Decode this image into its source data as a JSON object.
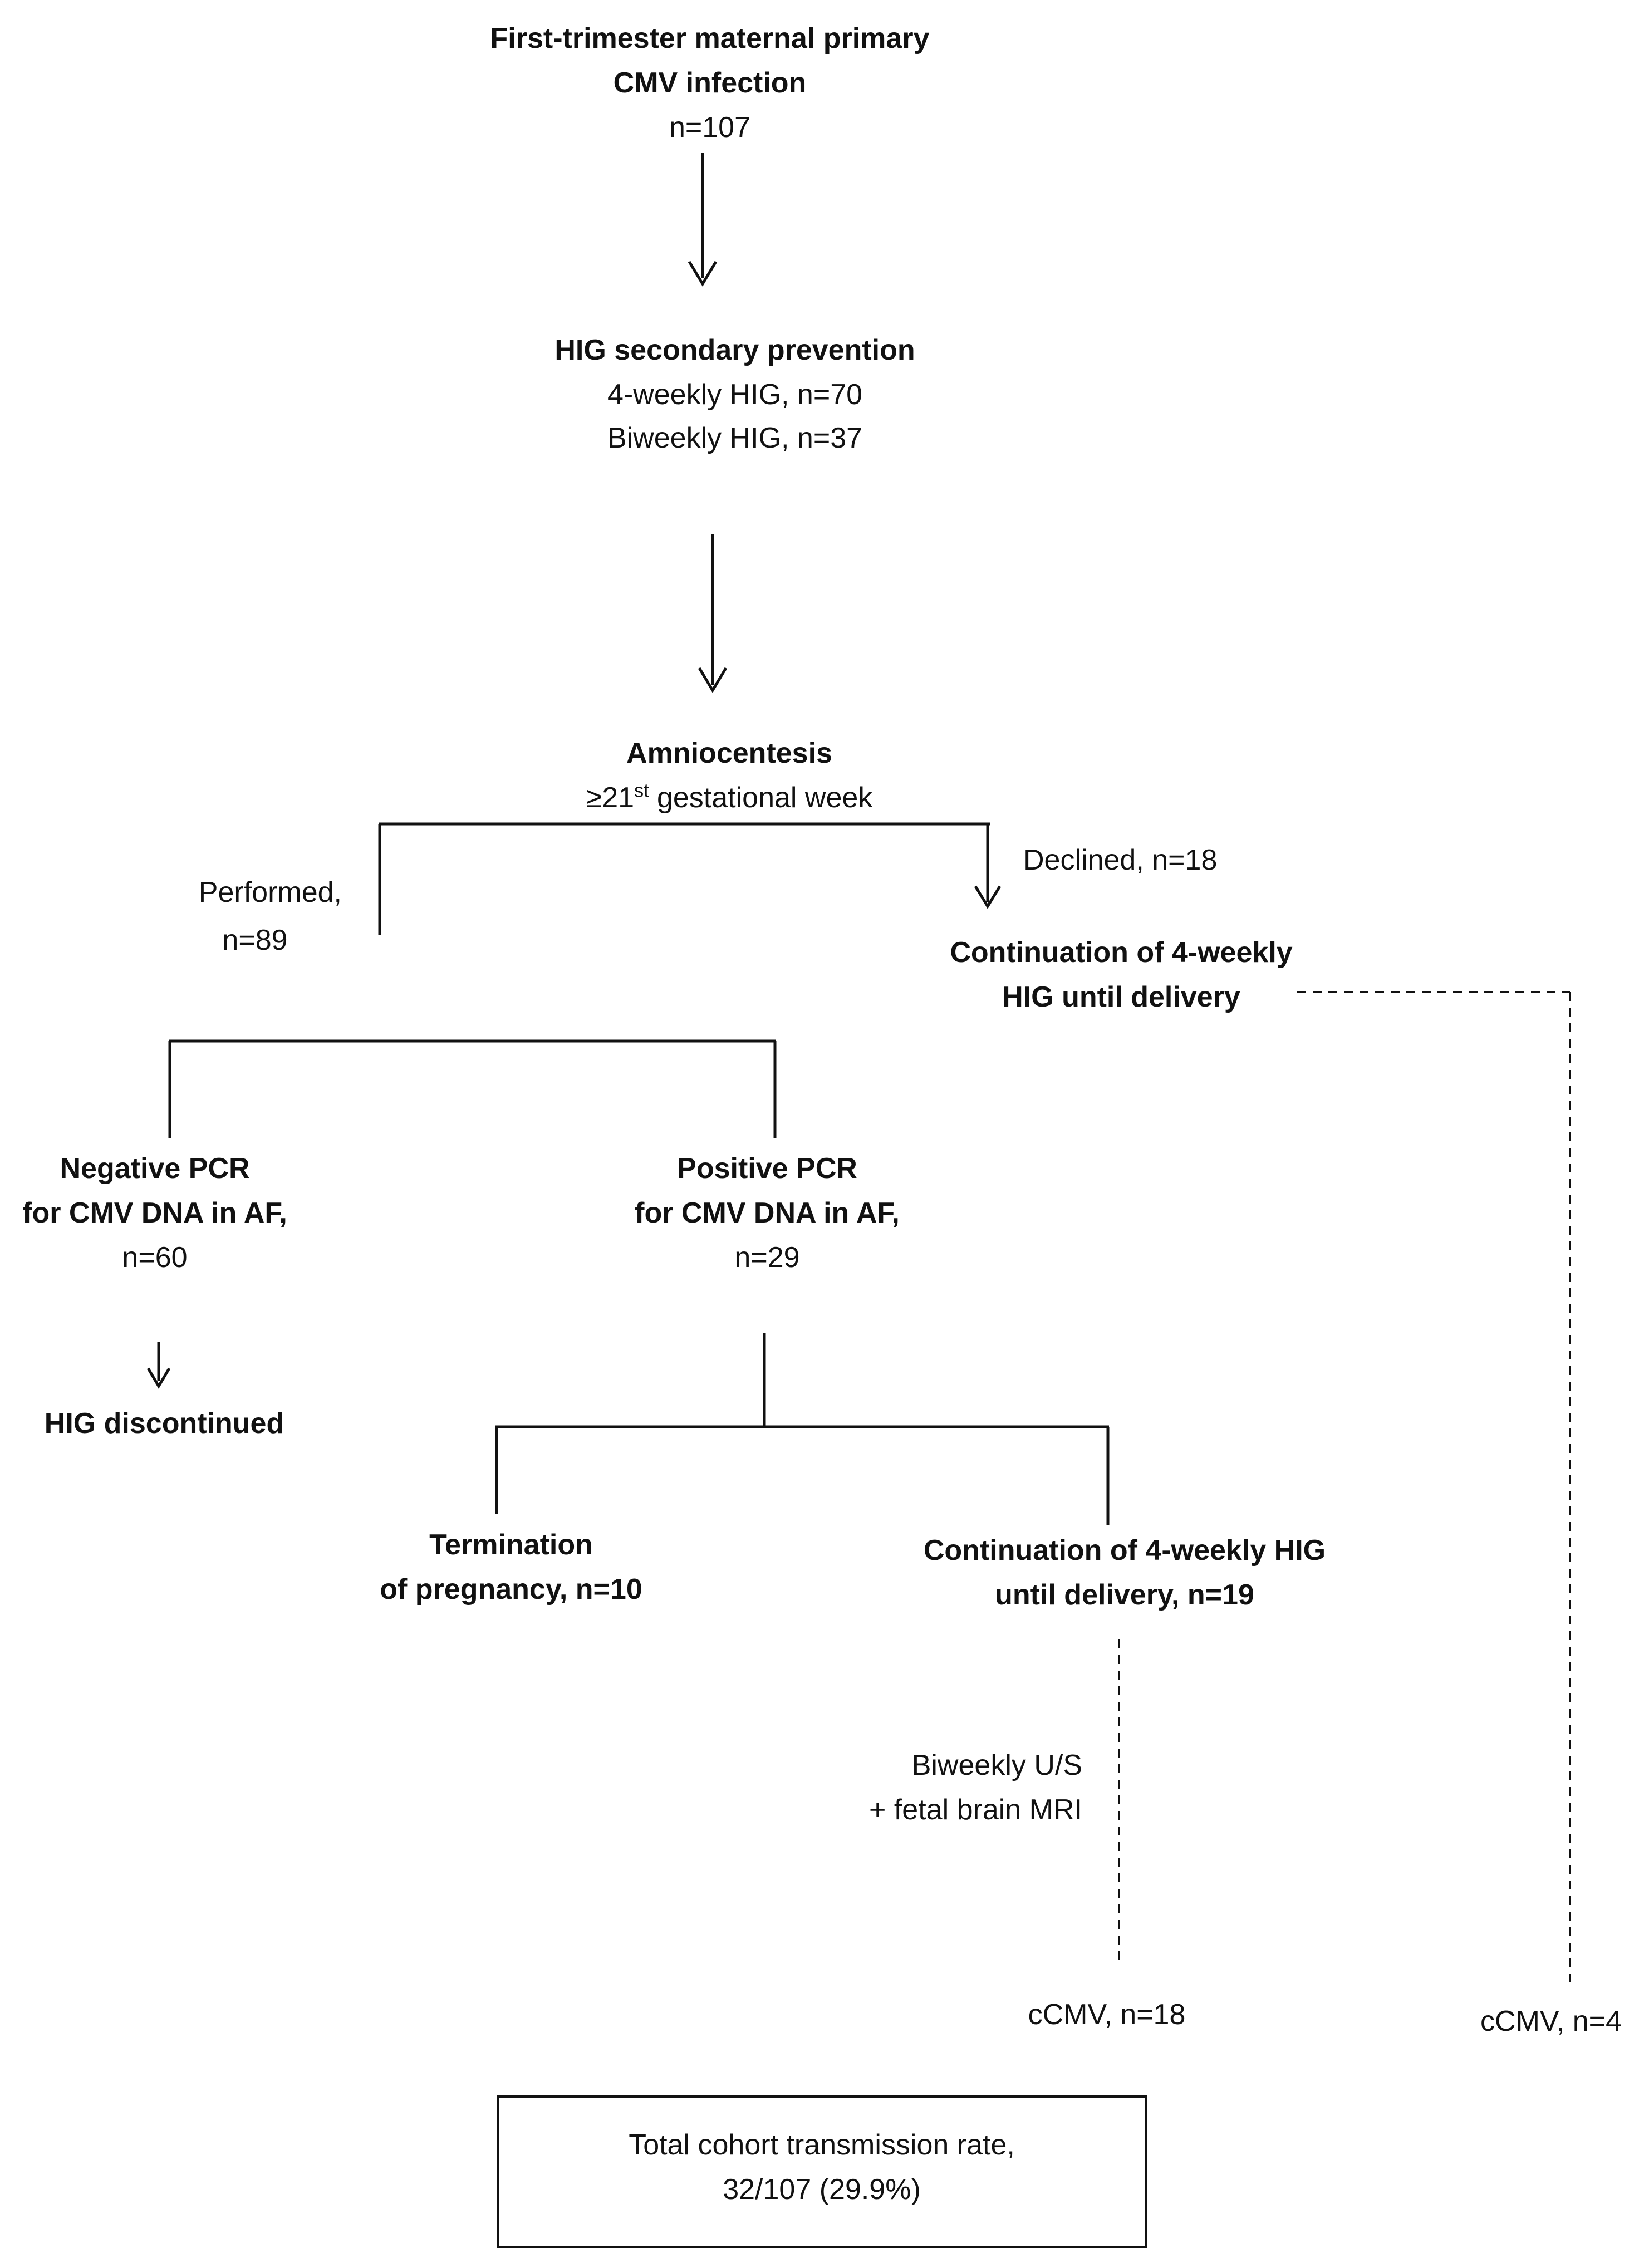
{
  "nodes": {
    "infection": {
      "line1": "First-trimester maternal primary",
      "line2": "CMV infection",
      "count": "n=107"
    },
    "prevention": {
      "title": "HIG secondary prevention",
      "line1": "4-weekly HIG, n=70",
      "line2": "Biweekly HIG, n=37"
    },
    "amniocentesis": {
      "title": "Amniocentesis",
      "week_prefix": "≥21",
      "week_sup": "st",
      "week_suffix": " gestational week"
    },
    "performed": {
      "line1": "Performed,",
      "line2": "n=89"
    },
    "declined": {
      "label": "Declined, n=18"
    },
    "continuation_declined": {
      "line1": "Continuation of 4-weekly",
      "line2": "HIG until delivery"
    },
    "negative_pcr": {
      "line1": "Negative PCR",
      "line2": "for CMV DNA in AF,",
      "count": "n=60"
    },
    "positive_pcr": {
      "line1": "Positive PCR",
      "line2": "for CMV DNA in AF,",
      "count": "n=29"
    },
    "hig_discontinued": {
      "label": "HIG discontinued"
    },
    "termination": {
      "line1": "Termination",
      "line2": "of pregnancy, n=10"
    },
    "continuation_positive": {
      "line1": "Continuation of 4-weekly HIG",
      "line2": "until delivery, n=19"
    },
    "monitoring": {
      "line1": "Biweekly U/S",
      "line2": "+ fetal brain MRI"
    },
    "ccmv_positive": {
      "label": "cCMV, n=18"
    },
    "ccmv_declined": {
      "label": "cCMV, n=4"
    }
  },
  "summary": {
    "line1": "Total cohort transmission rate,",
    "line2": "32/107 (29.9%)"
  }
}
